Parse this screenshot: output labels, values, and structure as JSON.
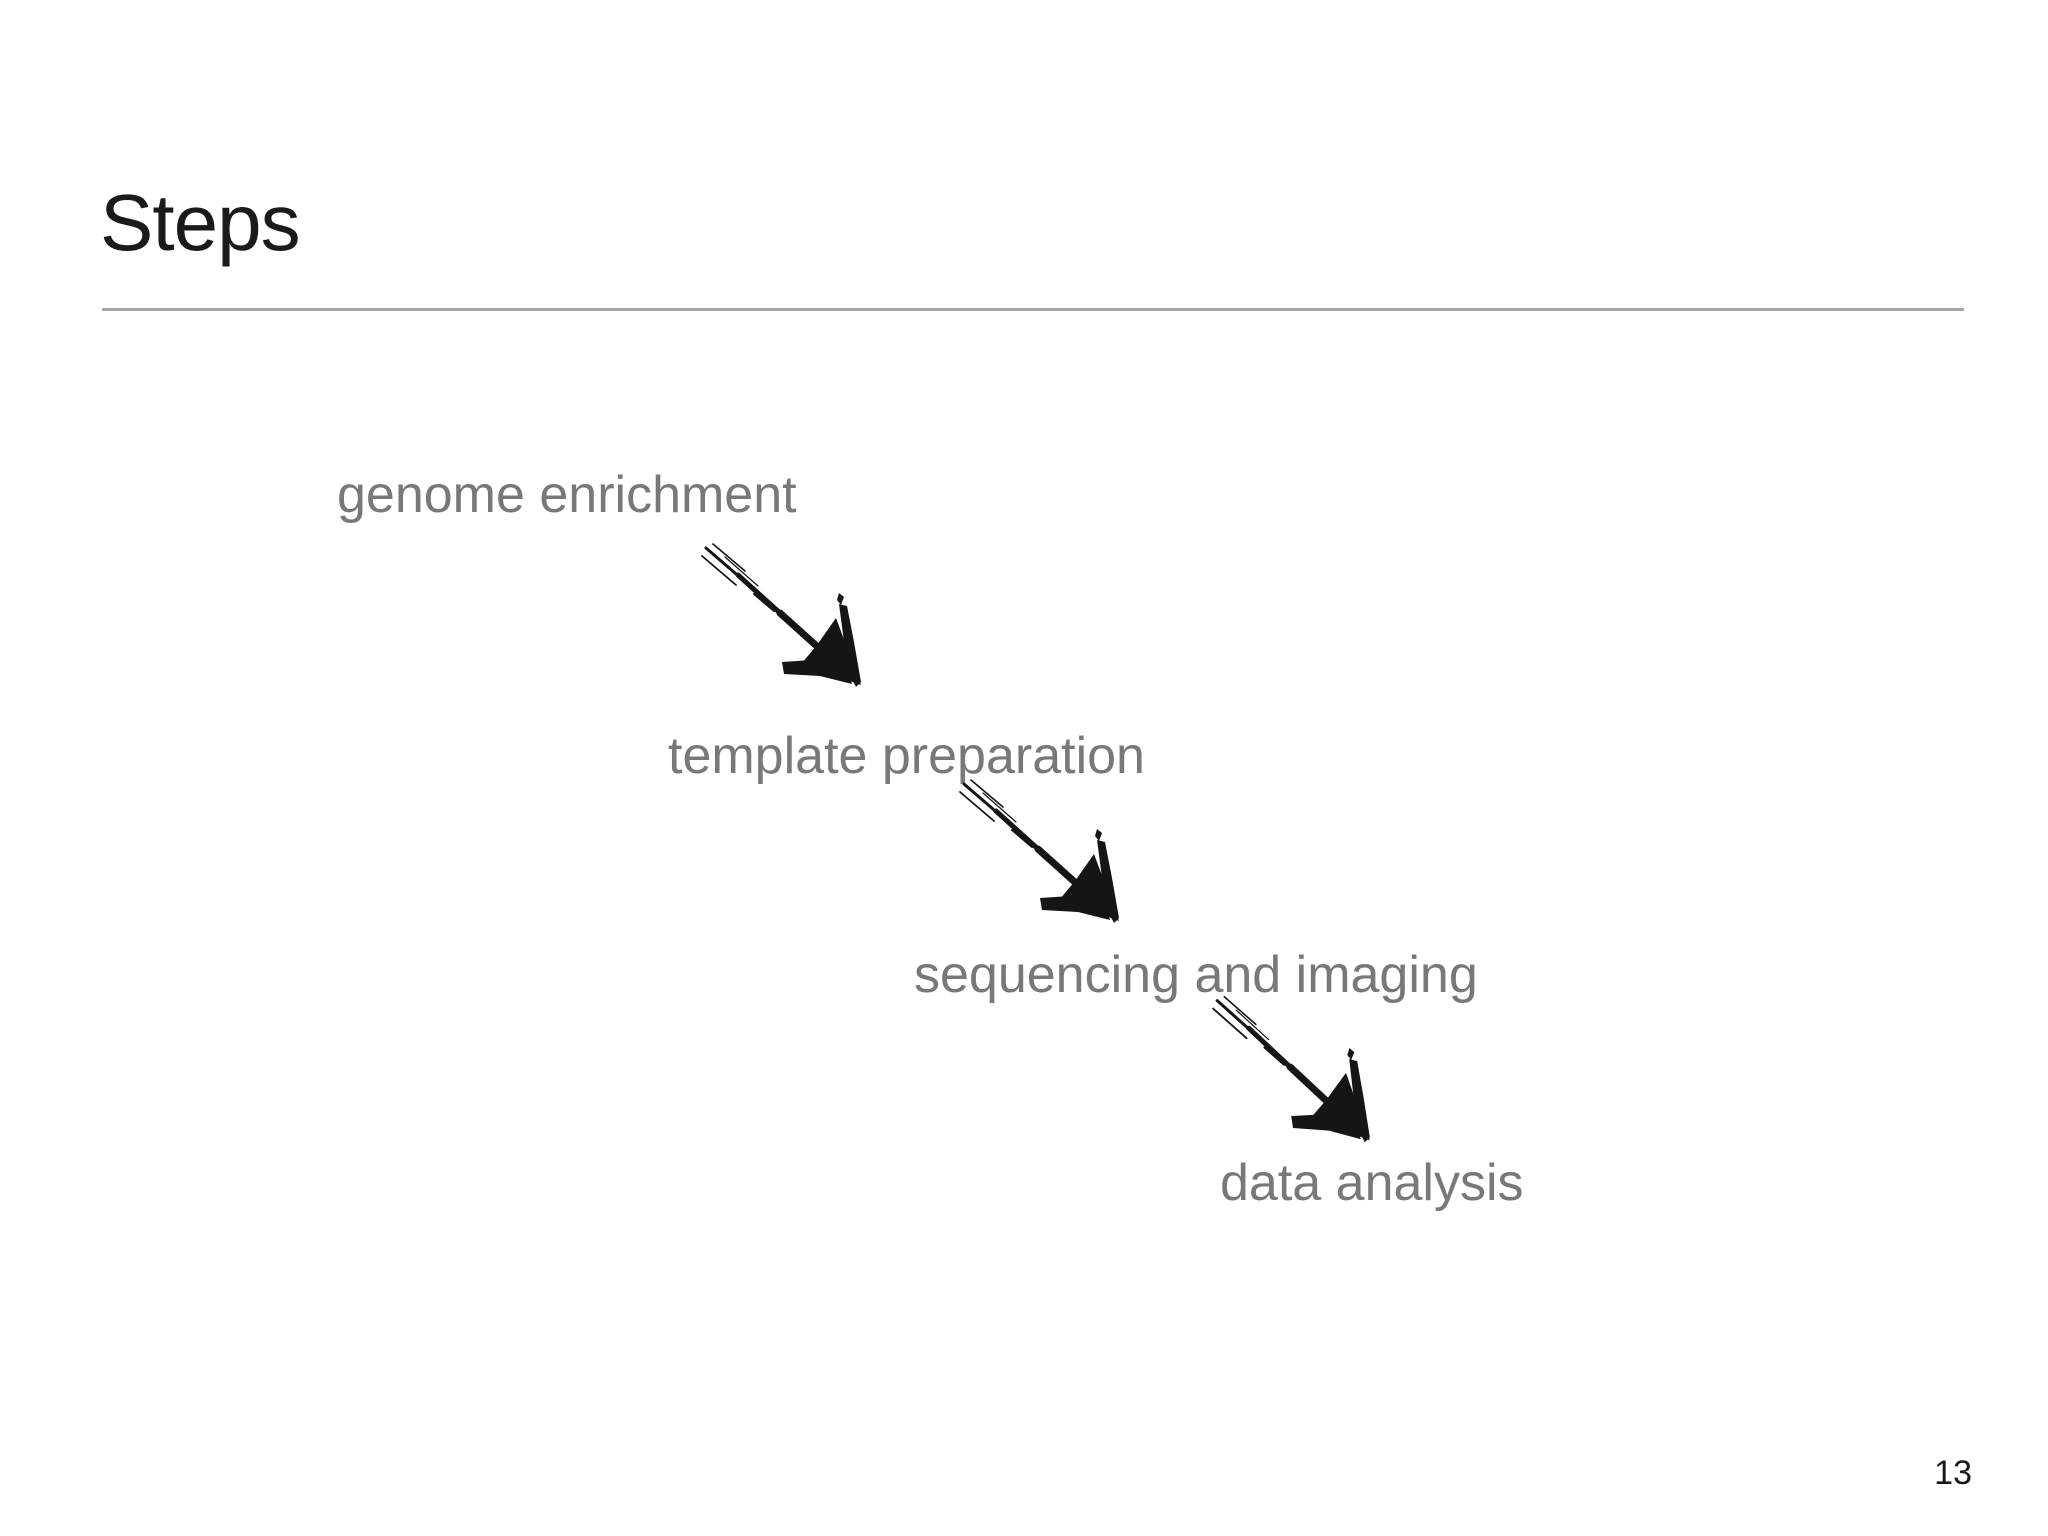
{
  "slide": {
    "title": "Steps",
    "page_number": "13",
    "steps": [
      {
        "label": "genome enrichment"
      },
      {
        "label": "template preparation"
      },
      {
        "label": "sequencing and imaging"
      },
      {
        "label": "data analysis"
      }
    ],
    "arrow_icon": "hand-drawn-brush-arrow-down-right",
    "colors": {
      "background": "#ffffff",
      "title_text": "#1a1a1a",
      "step_text": "#787878",
      "arrow": "#151515",
      "divider": "#a6a6a6",
      "page_number_text": "#1a1a1a"
    }
  }
}
